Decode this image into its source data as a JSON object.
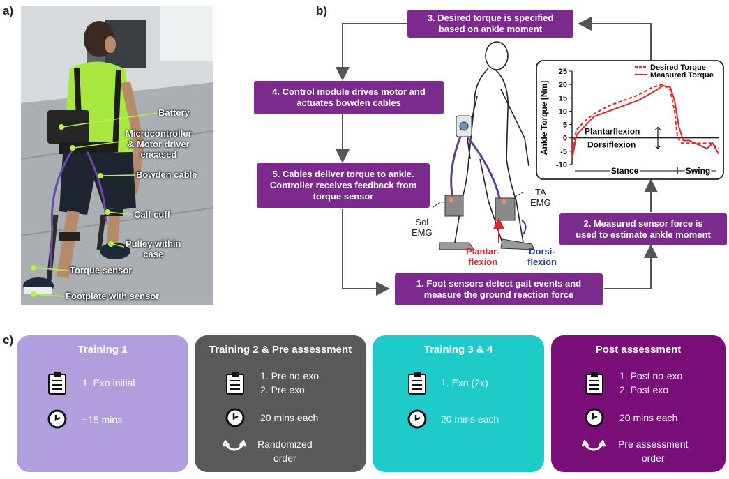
{
  "panel_a": {
    "letter": "a)",
    "labels": {
      "battery": "Battery",
      "micro_line1": "Microcontroller",
      "micro_line2": "& Motor driver",
      "micro_line3": "encased",
      "bowden": "Bowden cable",
      "calf": "Calf cuff",
      "pulley_line1": "Pulley within",
      "pulley_line2": "case",
      "torque": "Torque sensor",
      "footplate": "Footplate with sensor"
    }
  },
  "panel_b": {
    "letter": "b)",
    "steps": {
      "s1_line1": "1. Foot sensors detect gait events and",
      "s1_line2": "measure the ground reaction force",
      "s2_line1": "2. Measured sensor force is",
      "s2_line2": "used to estimate ankle moment",
      "s3_line1": "3. Desired torque is specified",
      "s3_line2": "based on ankle moment",
      "s4_line1": "4. Control module drives motor and",
      "s4_line2": "actuates bowden cables",
      "s5_line1": "5. Cables deliver torque to ankle.",
      "s5_line2": "Controller receives feedback from",
      "s5_line3": "torque sensor"
    },
    "figure_labels": {
      "sol_line1": "Sol",
      "sol_line2": "EMG",
      "ta_line1": "TA",
      "ta_line2": "EMG",
      "plantar_line1": "Plantar-",
      "plantar_line2": "flexion",
      "dorsi_line1": "Dorsi-",
      "dorsi_line2": "flexion"
    },
    "colors": {
      "step_box": "#7d2a8f",
      "plantar": "#e0262b",
      "dorsi": "#2b3d9e"
    }
  },
  "chart_data": {
    "type": "line",
    "ylabel": "Ankle Torque [Nm]",
    "ylim": [
      -10,
      25
    ],
    "yticks": [
      "25",
      "20",
      "15",
      "10",
      "5",
      "0",
      "-5",
      "-10"
    ],
    "annotations": {
      "plantar": "Plantarflexion",
      "dorsi": "Dorsiflexion",
      "stance": "Stance",
      "swing": "Swing"
    },
    "series": [
      {
        "name": "Desired Torque",
        "style": "dashed",
        "color": "#e0262b",
        "x": [
          0,
          3,
          8,
          15,
          25,
          35,
          45,
          55,
          62,
          67,
          70,
          72,
          75,
          80,
          85,
          90,
          95,
          100
        ],
        "y": [
          -5,
          3,
          6,
          9,
          12,
          14,
          16,
          19,
          20,
          18,
          10,
          0,
          -2,
          -2,
          -2,
          -2,
          -2,
          -4
        ]
      },
      {
        "name": "Measured Torque",
        "style": "solid",
        "color": "#e0262b",
        "x": [
          0,
          3,
          8,
          15,
          25,
          35,
          45,
          55,
          62,
          67,
          70,
          73,
          76,
          80,
          84,
          88,
          92,
          96,
          100
        ],
        "y": [
          -8,
          1,
          4,
          8,
          10,
          12,
          14,
          17,
          19.5,
          19,
          14,
          4,
          -1,
          -1,
          -2,
          -3,
          -4,
          -2,
          -6
        ]
      }
    ]
  },
  "panel_c": {
    "letter": "c)",
    "cards": [
      {
        "title": "Training 1",
        "color": "#b09fdc",
        "list": [
          "1. Exo initial"
        ],
        "time": "~15 mins",
        "order": []
      },
      {
        "title": "Training 2 & Pre assessment",
        "color": "#595959",
        "list": [
          "1. Pre no-exo",
          "2. Pre exo"
        ],
        "time": "20 mins each",
        "order": [
          "Randomized",
          "order"
        ]
      },
      {
        "title": "Training 3 & 4",
        "color": "#1ecbc8",
        "list": [
          "1. Exo (2x)"
        ],
        "time": "20 mins each",
        "order": []
      },
      {
        "title": "Post assessment",
        "color": "#7a0e79",
        "list": [
          "1. Post no-exo",
          "2. Post exo"
        ],
        "time": "20 mins each",
        "order": [
          "Pre assessment",
          "order"
        ]
      }
    ]
  }
}
